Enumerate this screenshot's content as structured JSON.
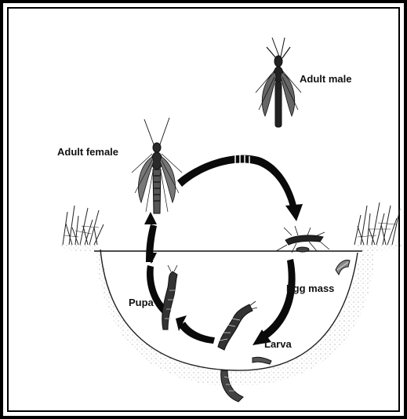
{
  "diagram": {
    "labels": {
      "adult_male": "Adult male",
      "adult_female": "Adult female",
      "egg_mass": "Egg mass",
      "larva": "Larva",
      "pupa": "Pupa"
    },
    "stages": [
      "Adult female",
      "Egg mass",
      "Larva",
      "Pupa"
    ],
    "colors": {
      "ink": "#111111",
      "background": "#ffffff",
      "ground_stipple": "#9a9a9a"
    }
  }
}
